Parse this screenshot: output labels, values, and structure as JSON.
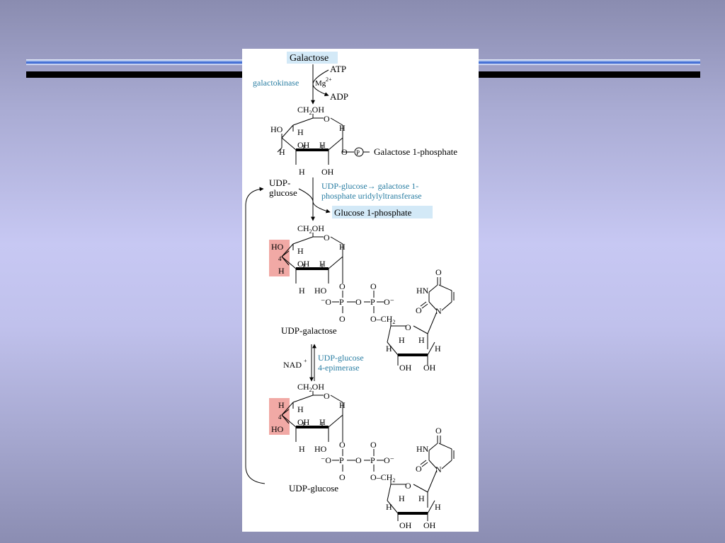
{
  "diagram": {
    "galactose": "Galactose",
    "atp": "ATP",
    "mg": "Mg",
    "mg_sup": "2+",
    "adp": "ADP",
    "galactokinase": "galactokinase",
    "gal1p": "Galactose 1-phosphate",
    "udp_glucose_in_1": "UDP-",
    "udp_glucose_in_2": "glucose",
    "transferase_1": "UDP-glucose→ galactose 1-",
    "transferase_2": "phosphate uridylyltransferase",
    "glc1p": "Glucose 1-phosphate",
    "udp_galactose": "UDP-galactose",
    "nad": "NAD",
    "nad_sup": "+",
    "epimerase_1": "UDP-glucose",
    "epimerase_2": "4-epimerase",
    "udp_glucose": "UDP-glucose",
    "ch2oh": "CH",
    "ch2oh_sub": "2",
    "ch2oh_tail": "OH",
    "o": "O",
    "h": "H",
    "oh": "OH",
    "ho": "HO",
    "p": "P",
    "pos4": "4",
    "hn": "HN",
    "n": "N",
    "o_minus": "O⁻",
    "minus_o": "⁻O",
    "och2": "O–CH",
    "ch2_sub": "2",
    "colors": {
      "enzyme_text": "#2a7ea3",
      "highlight_blue": "#d3e9f7",
      "highlight_pink": "#f1a9a5"
    }
  }
}
